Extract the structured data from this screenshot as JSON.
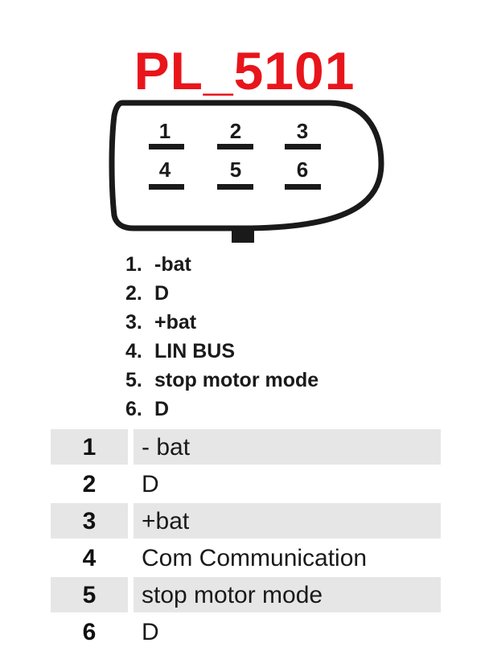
{
  "title": "PL_5101",
  "colors": {
    "title": "#e8151b",
    "outline": "#1a1a1a",
    "row_shade": "#e6e6e6"
  },
  "connector": {
    "pins": [
      {
        "number": "1"
      },
      {
        "number": "2"
      },
      {
        "number": "3"
      },
      {
        "number": "4"
      },
      {
        "number": "5"
      },
      {
        "number": "6"
      }
    ]
  },
  "legend": [
    {
      "number": "1.",
      "label": "-bat"
    },
    {
      "number": "2.",
      "label": "D"
    },
    {
      "number": "3.",
      "label": "+bat"
    },
    {
      "number": "4.",
      "label": "LIN BUS"
    },
    {
      "number": "5.",
      "label": "stop motor mode"
    },
    {
      "number": "6.",
      "label": "D"
    }
  ],
  "table": [
    {
      "number": "1",
      "description": "- bat"
    },
    {
      "number": "2",
      "description": "D"
    },
    {
      "number": "3",
      "description": "+bat"
    },
    {
      "number": "4",
      "description": "Com Communication"
    },
    {
      "number": "5",
      "description": "stop motor mode"
    },
    {
      "number": "6",
      "description": "D"
    }
  ]
}
